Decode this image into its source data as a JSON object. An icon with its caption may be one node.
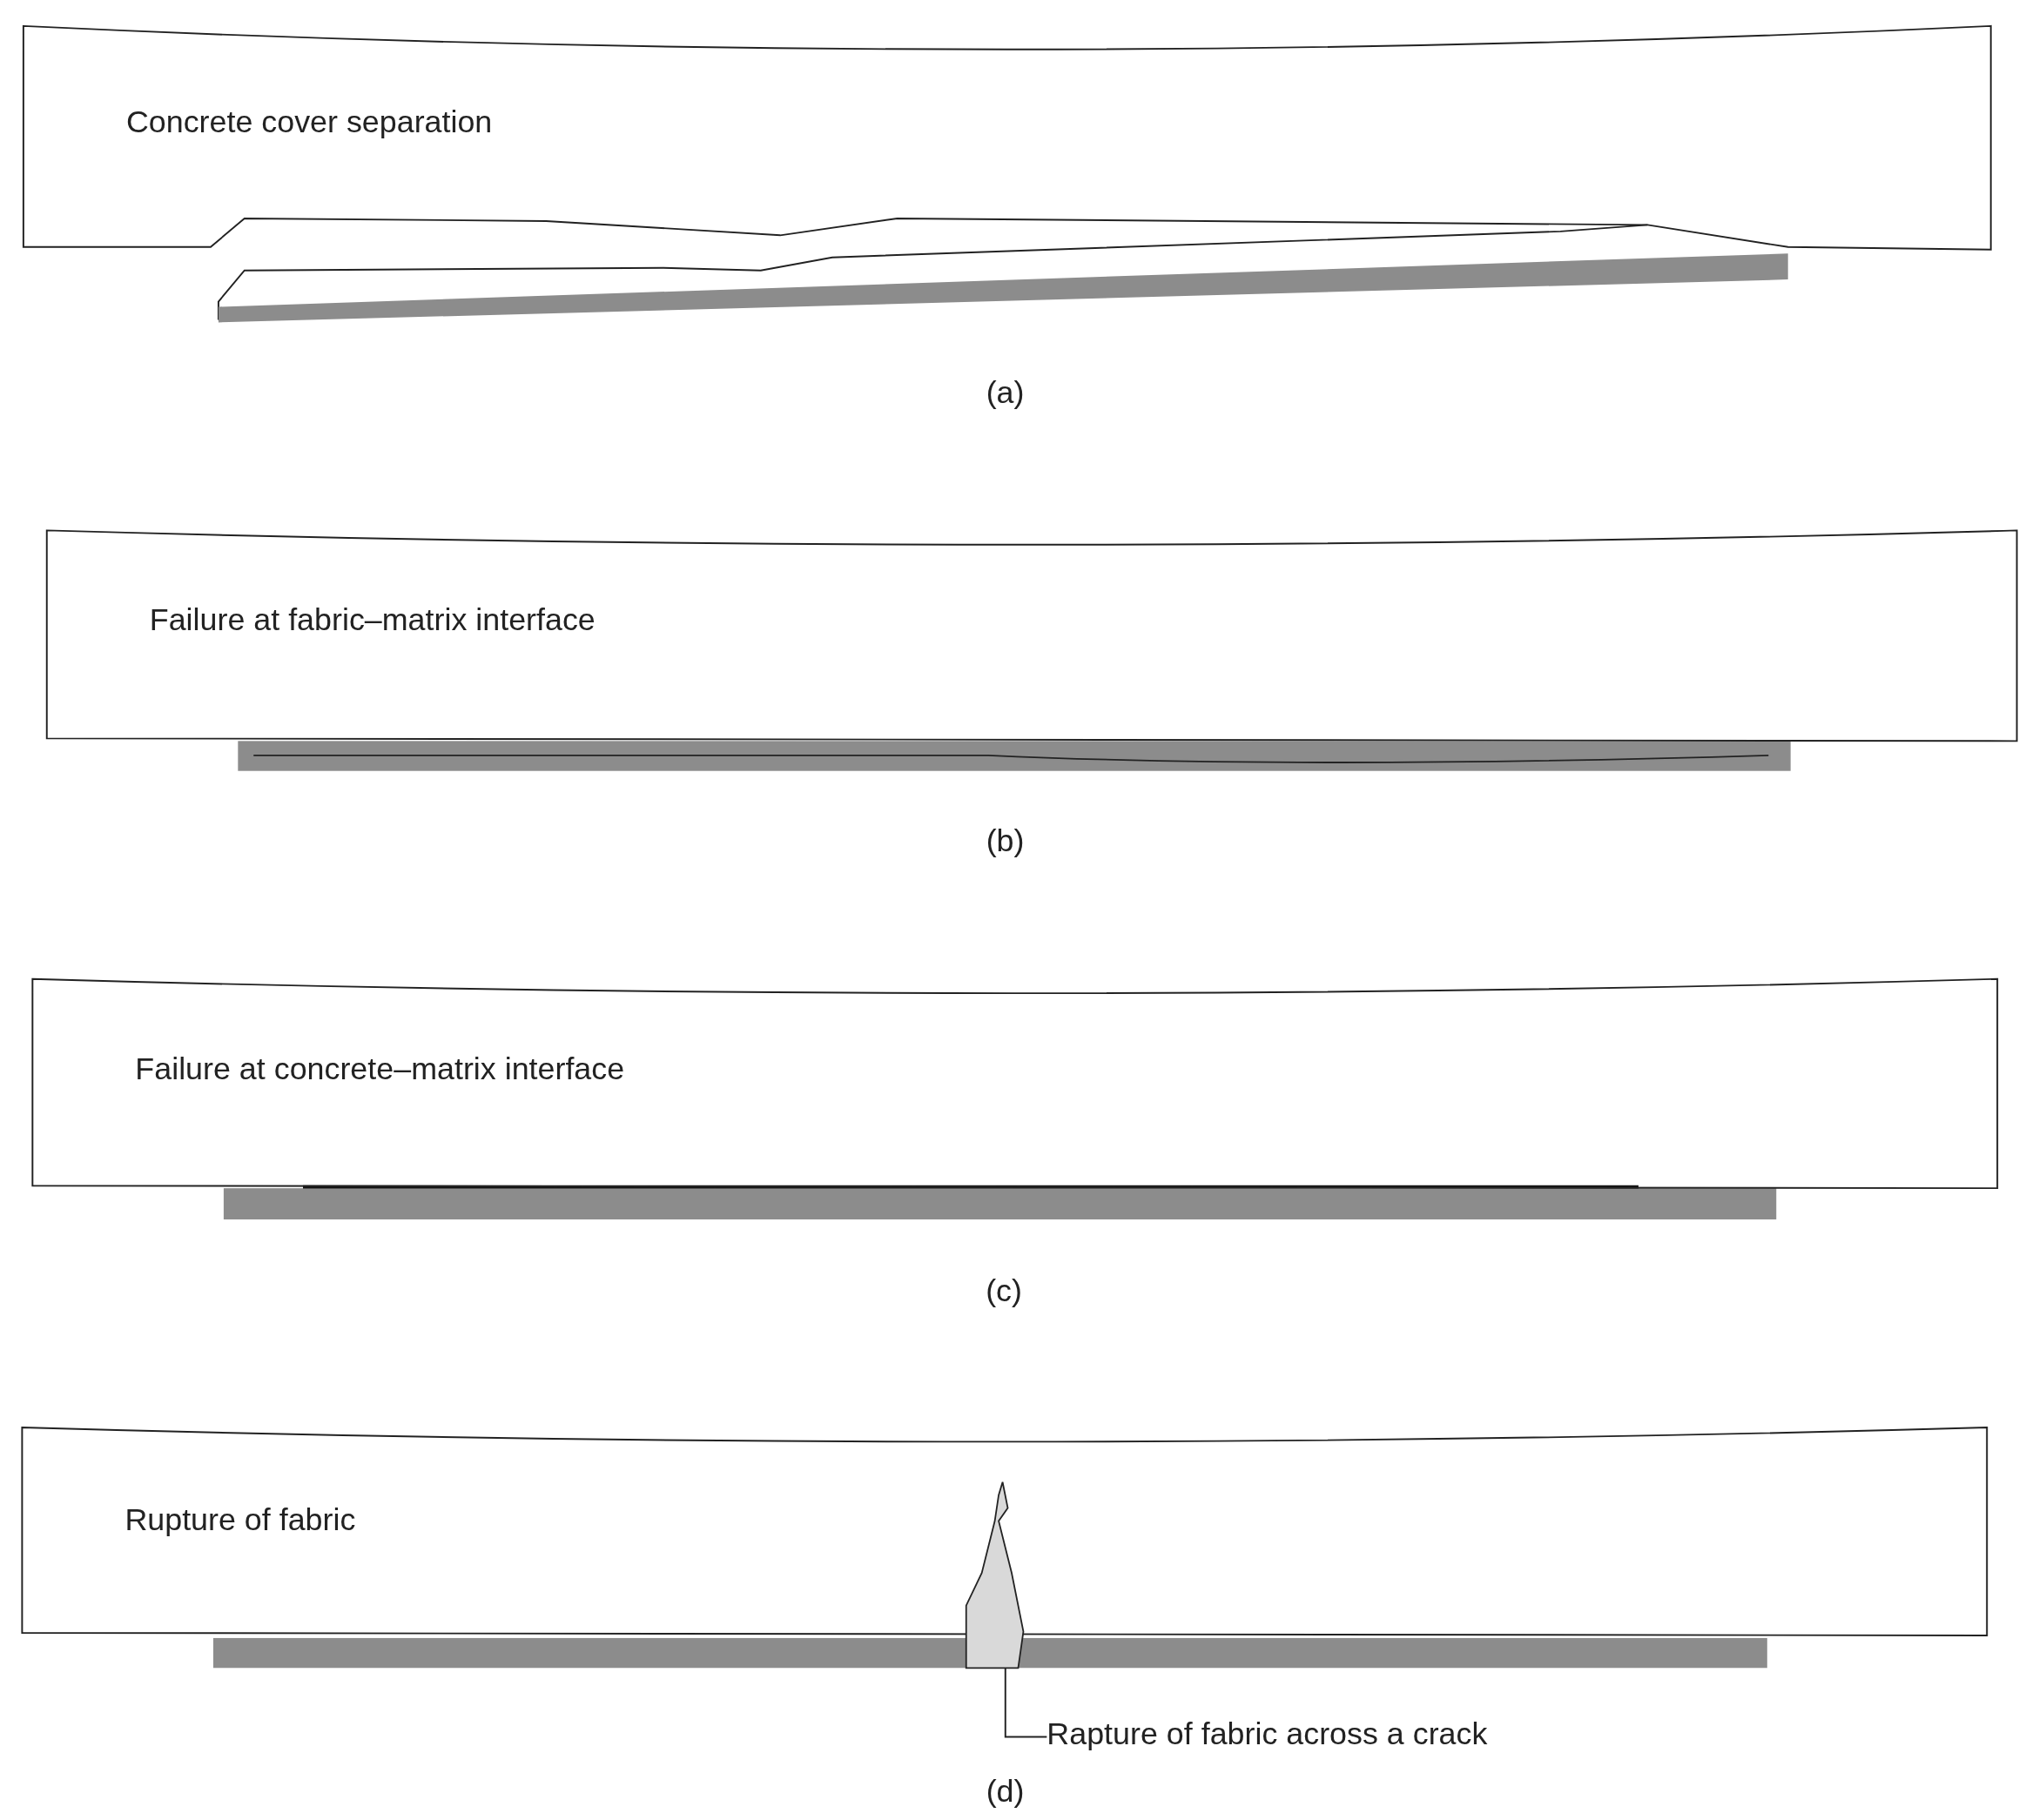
{
  "diagram": {
    "nodes": [
      {
        "text": [
          "Concrete cover separation"
        ]
      },
      {
        "text": [
          "Failure at fabric–matrix interface"
        ]
      },
      {
        "text": [
          "Failure at concrete–matrix interface"
        ]
      },
      {
        "text": [
          "Rupture of fabric"
        ]
      },
      {
        "text": [
          "Rapture of fabric across a crack"
        ]
      },
      {
        "text": [],
        "shape": "crack"
      }
    ],
    "edges": [
      {
        "from": 4,
        "to": 5,
        "arrow": "none"
      }
    ],
    "labels": [
      "(a)",
      "(b)",
      "(c)",
      "(d)"
    ]
  }
}
